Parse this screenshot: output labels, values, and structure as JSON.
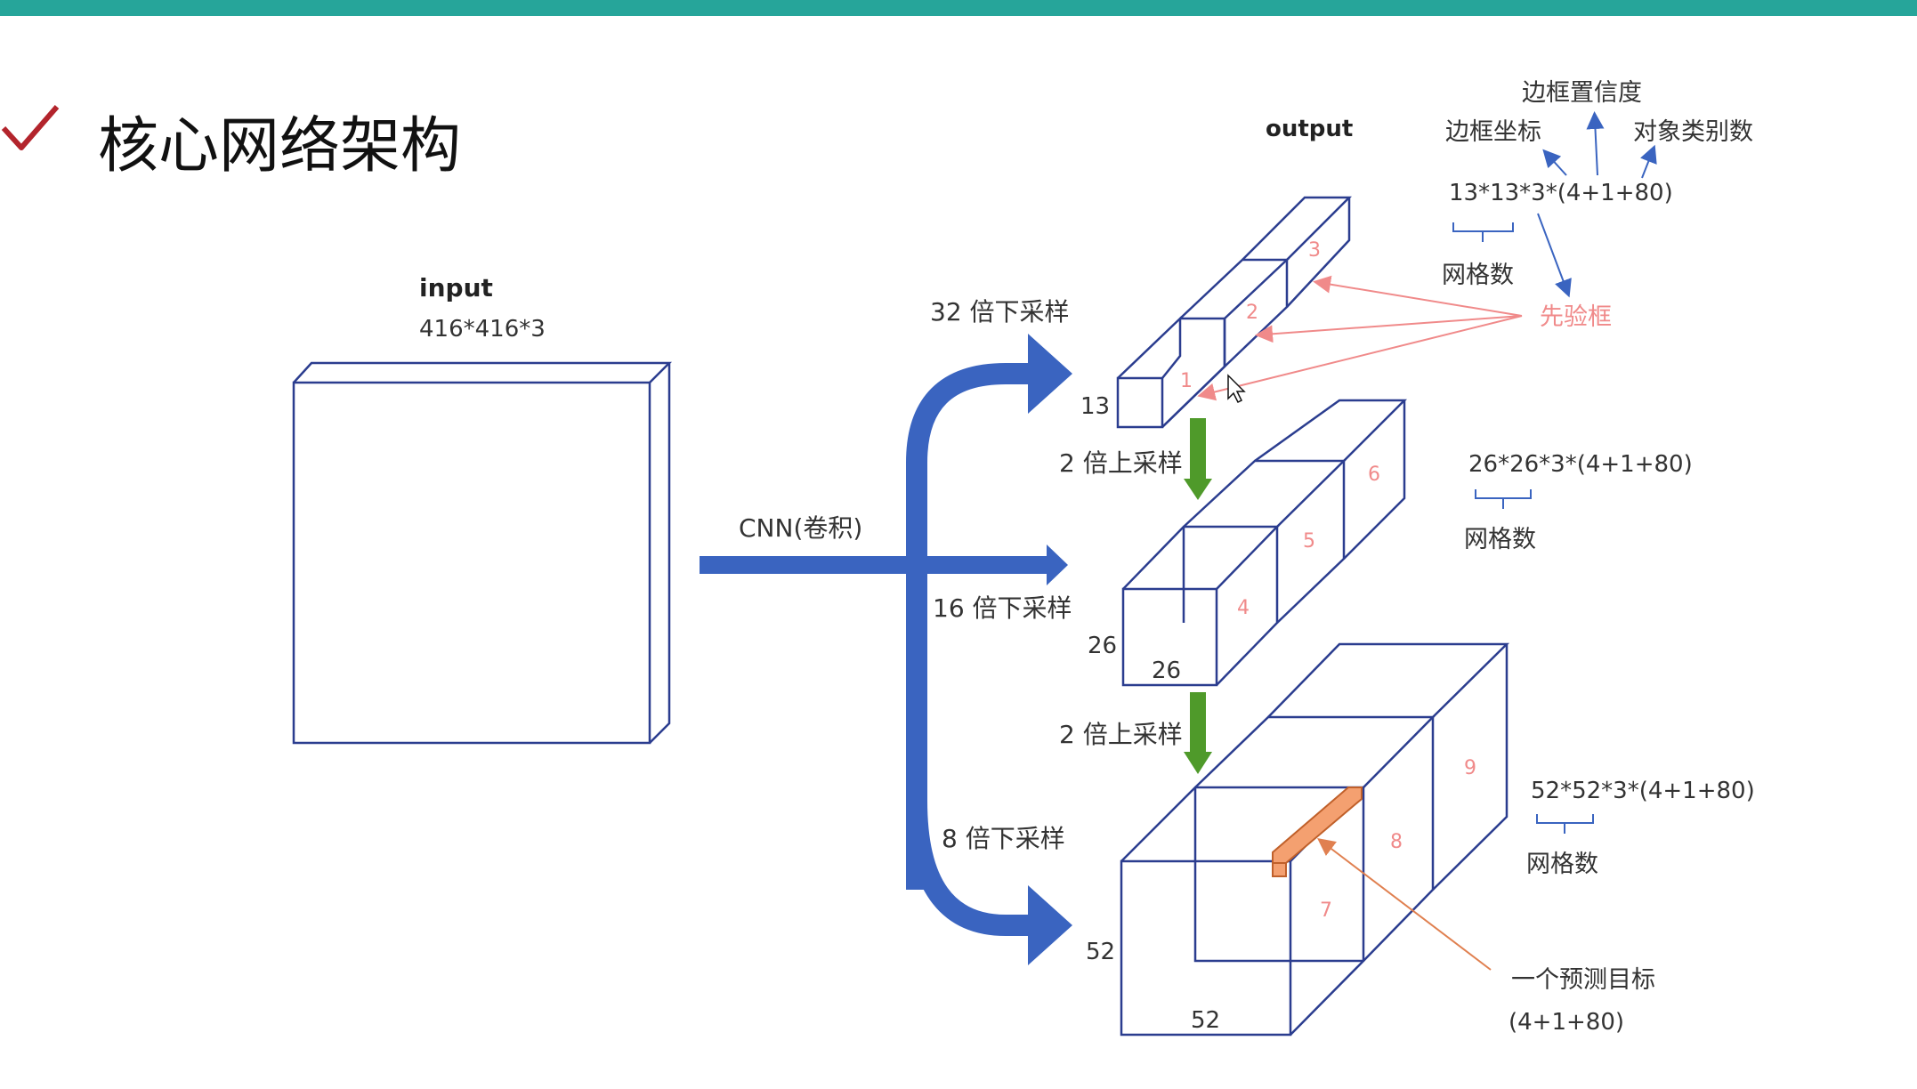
{
  "slide": {
    "title": "核心网络架构",
    "check_icon": "checkmark-icon",
    "accent_color": "#26a59a"
  },
  "input": {
    "label": "input",
    "size": "416*416*3"
  },
  "backbone": {
    "label": "CNN(卷积)"
  },
  "branches": [
    {
      "downsample": "32 倍下采样",
      "grid": "13"
    },
    {
      "downsample": "16 倍下采样",
      "grid": "26"
    },
    {
      "downsample": "8 倍下采样",
      "grid": "52"
    }
  ],
  "upsample": [
    "2 倍上采样",
    "2 倍上采样"
  ],
  "output": {
    "label": "output",
    "scales": [
      {
        "formula": "13*13*3*(4+1+80)",
        "grid_note": "网格数",
        "anchors": [
          "1",
          "2",
          "3"
        ]
      },
      {
        "formula": "26*26*3*(4+1+80)",
        "grid_note": "网格数",
        "anchors": [
          "4",
          "5",
          "6"
        ]
      },
      {
        "formula": "52*52*3*(4+1+80)",
        "grid_note": "网格数",
        "anchors": [
          "7",
          "8",
          "9"
        ]
      }
    ],
    "box_coords": "边框坐标",
    "box_confidence": "边框置信度",
    "class_count": "对象类别数",
    "prior_box": "先验框",
    "target": "一个预测目标",
    "target_formula": "(4+1+80)"
  },
  "colors": {
    "box_stroke": "#2b3d8f",
    "arrow_blue": "#3a64c0",
    "arrow_green": "#4f9a2a",
    "anchor_pink": "#f08a8a",
    "highlight_orange": "#f4a070"
  }
}
